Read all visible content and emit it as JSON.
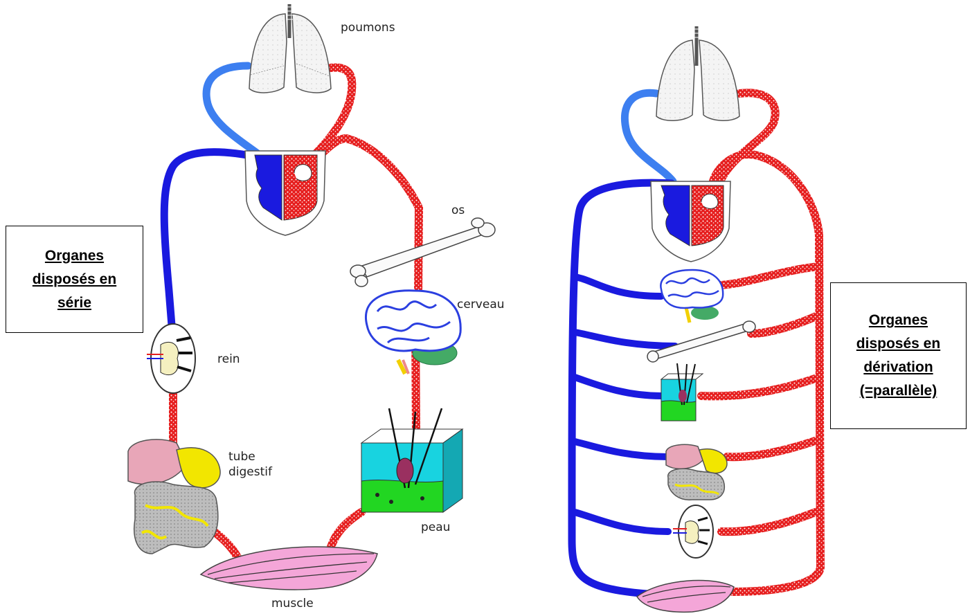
{
  "series_diagram": {
    "box_label_lines": [
      "Organes",
      "disposés en",
      "série"
    ],
    "labels": {
      "lungs": "poumons",
      "bone": "os",
      "brain": "cerveau",
      "kidney": "rein",
      "gut_line1": "tube",
      "gut_line2": "digestif",
      "skin": "peau",
      "muscle": "muscle"
    }
  },
  "parallel_diagram": {
    "box_label_lines": [
      "Organes",
      "disposés en",
      "dérivation",
      "(=parallèle)"
    ]
  },
  "colors": {
    "venous_blue": "#1a1adf",
    "light_blue": "#3d7ff0",
    "arterial_red": "#e61e1e",
    "lung_fill": "#f4f4f4",
    "brain_blue": "#2b3fe0",
    "liver_pink": "#e8a6b8",
    "stomach_yellow": "#f2e600",
    "muscle_pink": "#f4a6d8",
    "skin_cyan": "#18d3e0",
    "skin_green": "#22d622"
  }
}
